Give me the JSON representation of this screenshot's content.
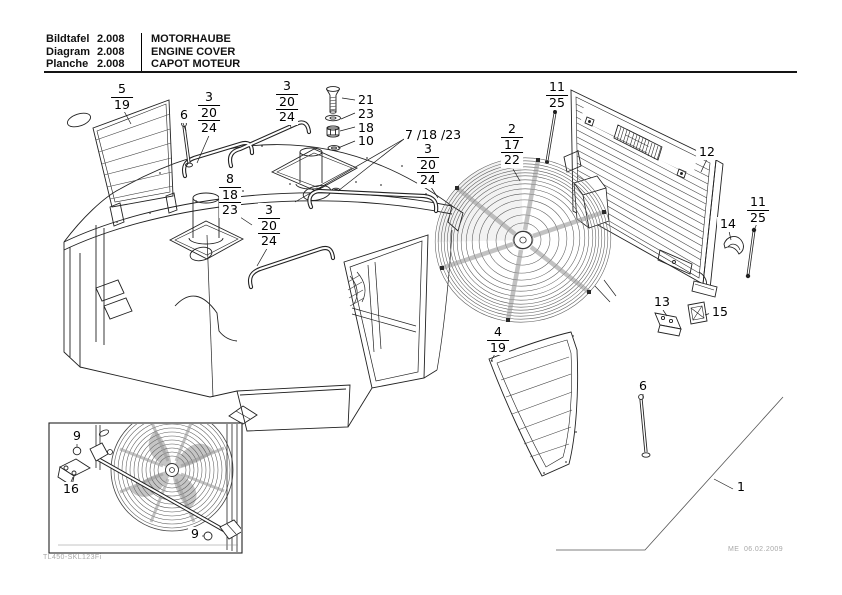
{
  "header": {
    "rows": [
      {
        "label": "Bildtafel",
        "value": "2.008"
      },
      {
        "label": "Diagram",
        "value": "2.008"
      },
      {
        "label": "Planche",
        "value": "2.008"
      }
    ],
    "titles": [
      "MOTORHAUBE",
      "ENGINE COVER",
      "CAPOT MOTEUR"
    ]
  },
  "callouts": {
    "c5_19": [
      "5",
      "19"
    ],
    "c3a": [
      "3",
      "20",
      "24"
    ],
    "c6_left": [
      "6"
    ],
    "c3b": [
      "3",
      "20",
      "24"
    ],
    "c21": [
      "21"
    ],
    "c23": [
      "23"
    ],
    "c18": [
      "18"
    ],
    "c10": [
      "10"
    ],
    "c7_18_23": [
      "7 /18 /23"
    ],
    "c3c": [
      "3",
      "20",
      "24"
    ],
    "c2_17_22": [
      "2",
      "17",
      "22"
    ],
    "c11_25_top": [
      "11",
      "25"
    ],
    "c12": [
      "12"
    ],
    "c11_25_right": [
      "11",
      "25"
    ],
    "c14": [
      "14"
    ],
    "c13": [
      "13"
    ],
    "c15": [
      "15"
    ],
    "c4_19": [
      "4",
      "19"
    ],
    "c6_right": [
      "6"
    ],
    "c1": [
      "1"
    ],
    "c8_18_23": [
      "8",
      "18",
      "23"
    ],
    "c3d": [
      "3",
      "20",
      "24"
    ],
    "c9_top": [
      "9"
    ],
    "c16": [
      "16"
    ],
    "c9_bottom": [
      "9"
    ]
  },
  "footer": {
    "drawing_code": "TL450-SKL123Fi",
    "revision": "ME  06.02.2009"
  },
  "colors": {
    "ink": "#141414",
    "line": "#222222",
    "muted": "#a8a8a8",
    "background": "#ffffff"
  }
}
